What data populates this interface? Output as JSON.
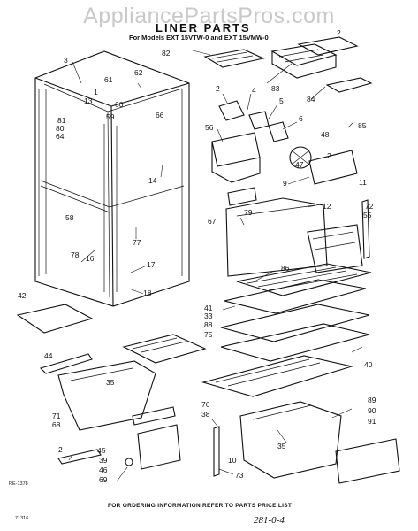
{
  "watermark": "AppliancePartsPros.com",
  "title": "LINER PARTS",
  "subtitle": "For Models EXT 15VTW-0 and EXT 15VMW-0",
  "drawing_code": "RE-1378",
  "ref_code": "71316",
  "footer_note": "FOR ORDERING INFORMATION REFER TO PARTS PRICE LIST",
  "handwritten_note": "281-0-4",
  "callouts": {
    "n2a": "2",
    "n82": "82",
    "n83": "83",
    "n84": "84",
    "n85": "85",
    "n3": "3",
    "n62": "62",
    "n61": "61",
    "n60": "60",
    "n59": "59",
    "n13": "13",
    "n1": "1",
    "n2b": "2",
    "n4": "4",
    "n5": "5",
    "n6": "6",
    "n48": "48",
    "n47": "47",
    "n2c": "2",
    "n66": "66",
    "n56": "56",
    "n81": "81",
    "n80": "80",
    "n64": "64",
    "n14": "14",
    "n9": "9",
    "n11": "11",
    "n12": "12",
    "n72": "72",
    "n55": "55",
    "n79": "79",
    "n67": "67",
    "n58": "58",
    "n77": "77",
    "n78": "78",
    "n16": "16",
    "n17": "17",
    "n18": "18",
    "n86": "86",
    "n41": "41",
    "n33": "33",
    "n88": "88",
    "n75": "75",
    "n40": "40",
    "n42": "42",
    "n44": "44",
    "n35a": "35",
    "n76": "76",
    "n38": "38",
    "n89": "89",
    "n90": "90",
    "n91": "91",
    "n71": "71",
    "n68": "68",
    "n45": "45",
    "n39": "39",
    "n46": "46",
    "n69": "69",
    "n2d": "2",
    "n10": "10",
    "n73": "73",
    "n35b": "35"
  }
}
